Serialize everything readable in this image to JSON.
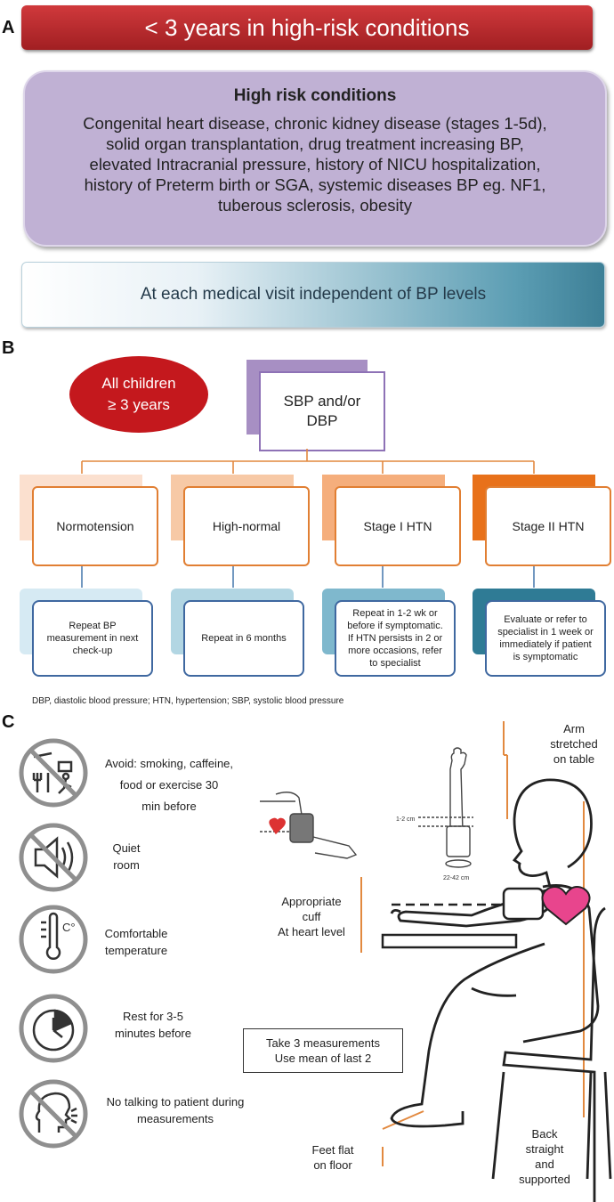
{
  "panel_a": {
    "letter": "A",
    "title": "< 3 years in high-risk conditions",
    "risk_heading": "High risk conditions",
    "risk_lines": [
      "Congenital heart disease, chronic kidney disease (stages 1-5d),",
      "solid organ transplantation, drug treatment increasing BP,",
      "elevated Intracranial pressure, history of NICU hospitalization,",
      "history of Preterm birth or SGA, systemic diseases BP eg. NF1,",
      "tuberous sclerosis, obesity"
    ],
    "visit_text": "At each medical visit independent of BP levels"
  },
  "panel_b": {
    "letter": "B",
    "ellipse_lines": [
      "All children",
      "≥ 3 years"
    ],
    "sbp_lines": [
      "SBP and/or",
      "DBP"
    ],
    "categories": [
      {
        "label": "Normotension",
        "action": [
          "Repeat BP",
          "measurement in next",
          "check-up"
        ]
      },
      {
        "label": "High-normal",
        "action": [
          "Repeat in 6 months"
        ]
      },
      {
        "label": "Stage I HTN",
        "action": [
          "Repeat in 1-2 wk or",
          "before if symptomatic.",
          "If HTN persists in 2 or",
          "more occasions, refer",
          "to specialist"
        ]
      },
      {
        "label": "Stage II HTN",
        "action": [
          "Evaluate or refer to",
          "specialist in 1 week or",
          "immediately if patient",
          "is symptomatic"
        ]
      }
    ],
    "colors": {
      "cat_back": [
        "#fbe0cf",
        "#f7c9a6",
        "#f5ae7c",
        "#e8711a"
      ],
      "act_back": [
        "#d6eaf3",
        "#b2d6e3",
        "#7fb8cd",
        "#2f7b95"
      ]
    },
    "footnote": "DBP, diastolic blood pressure; HTN, hypertension; SBP, systolic blood pressure"
  },
  "panel_c": {
    "letter": "C",
    "items": [
      {
        "icon": "no-smoking-food-exercise-icon",
        "lines": [
          "Avoid: smoking, caffeine,",
          "food or exercise 30",
          "min before"
        ]
      },
      {
        "icon": "mute-speaker-icon",
        "lines": [
          "Quiet",
          "room"
        ]
      },
      {
        "icon": "thermometer-icon",
        "thermo_unit": "C°",
        "lines": [
          "Comfortable",
          "temperature"
        ]
      },
      {
        "icon": "clock-icon",
        "lines": [
          "Rest for 3-5",
          "minutes before"
        ]
      },
      {
        "icon": "no-talking-icon",
        "lines": [
          "No talking to patient during",
          "measurements"
        ]
      }
    ],
    "arm_label": [
      "Arm",
      "stretched",
      "on table"
    ],
    "cuff_label": [
      "Appropriate",
      "cuff",
      "At heart level"
    ],
    "measure_lines": [
      "Take 3 measurements",
      "Use mean of last 2"
    ],
    "feet_label": [
      "Feet flat",
      "on floor"
    ],
    "back_label": [
      "Back",
      "straight",
      "and",
      "supported"
    ],
    "dim_1": "1-2 cm",
    "dim_2": "22-42 cm"
  }
}
